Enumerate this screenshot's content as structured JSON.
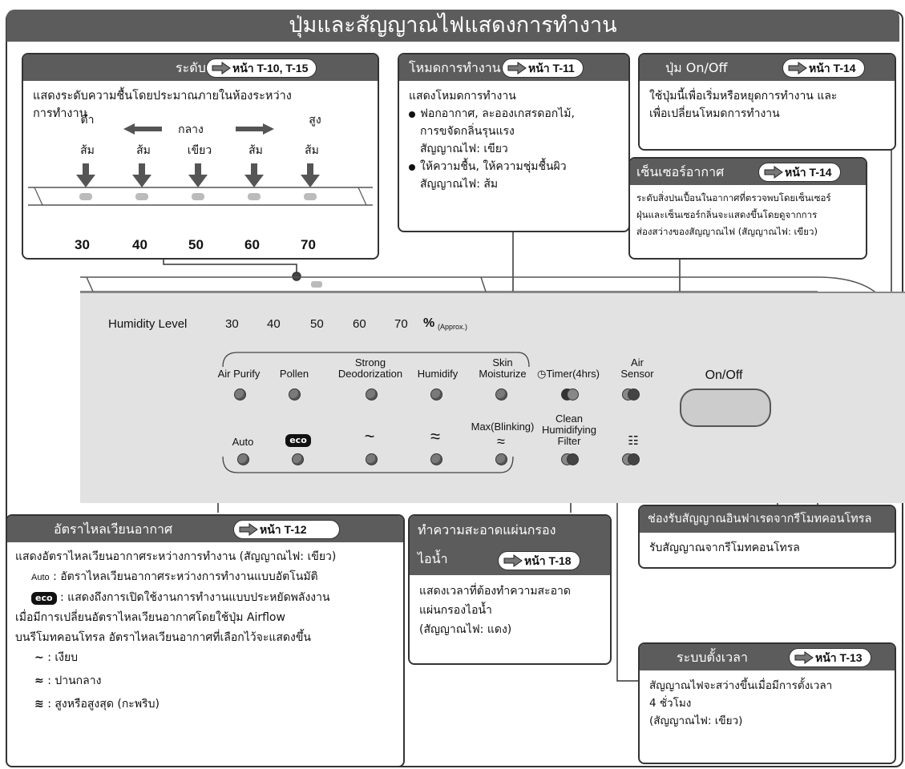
{
  "title": "ปุ่มและสัญญาณไฟแสดงการทำงาน",
  "humidity_box": {
    "title": "ระดับความชื้น",
    "page_ref": "หน้า T-10, T-15",
    "desc_line1": "แสดงระดับความชื้นโดยประมาณภายในห้องระหว่าง",
    "desc_line2": "การทำงาน",
    "levels_top": [
      "ต่ำ",
      "",
      "กลาง",
      "",
      "สูง"
    ],
    "levels_color": [
      "ส้ม",
      "ส้ม",
      "เขียว",
      "ส้ม",
      "ส้ม"
    ],
    "scale": [
      "30",
      "40",
      "50",
      "60",
      "70"
    ]
  },
  "mode_box": {
    "title": "โหมดการทำงาน",
    "page_ref": "หน้า T-11",
    "line1": "แสดงโหมดการทำงาน",
    "bullet1": "ฟอกอากาศ, ละอองเกสรดอกไม้,",
    "bullet1b": "การขจัดกลิ่นรุนแรง",
    "light1": "สัญญาณไฟ: เขียว",
    "bullet2": "ให้ความชื้น, ให้ความชุ่มชื้นผิว",
    "light2": "สัญญาณไฟ: ส้ม"
  },
  "onoff_box": {
    "title": "ปุ่ม On/Off",
    "page_ref": "หน้า T-14",
    "line1": "ใช้ปุ่มนี้เพื่อเริ่มหรือหยุดการทำงาน และ",
    "line2": "เพื่อเปลี่ยนโหมดการทำงาน"
  },
  "sensor_box": {
    "title": "เซ็นเซอร์อากาศ",
    "page_ref": "หน้า T-14",
    "line1": "ระดับสิ่งปนเปื้อนในอากาศที่ตรวจพบโดยเซ็นเซอร์",
    "line2": "ฝุ่นและเซ็นเซอร์กลิ่นจะแสดงขึ้นโดยดูจากการ",
    "line3": "ส่องสว่างของสัญญาณไฟ (สัญญาณไฟ: เขียว)"
  },
  "panel": {
    "humidity_label": "Humidity Level",
    "humidity_values": [
      "30",
      "40",
      "50",
      "60",
      "70"
    ],
    "percent": "%",
    "approx": "(Approx.)",
    "mode_labels": [
      "Air Purify",
      "Pollen",
      "Strong Deodorization",
      "Humidify",
      "Skin Moisturize"
    ],
    "timer_label": "Timer(4hrs)",
    "air_sensor_label": "Air Sensor",
    "onoff_label": "On/Off",
    "flow_labels": [
      "Auto",
      "eco",
      "~",
      "≈",
      "Max(Blinking)"
    ],
    "clean_filter_label": "Clean Humidifying Filter"
  },
  "airflow_box": {
    "title": "อัตราไหลเวียนอากาศ",
    "page_ref": "หน้า T-12",
    "line1": "แสดงอัตราไหลเวียนอากาศระหว่างการทำงาน (สัญญาณไฟ: เขียว)",
    "auto_icon": "Auto",
    "auto_desc": ": อัตราไหลเวียนอากาศระหว่างการทำงานแบบอัตโนมัติ",
    "eco_icon": "eco",
    "eco_desc": ": แสดงถึงการเปิดใช้งานการทำงานแบบประหยัดพลังงาน",
    "line2": "เมื่อมีการเปลี่ยนอัตราไหลเวียนอากาศโดยใช้ปุ่ม Airflow",
    "line3": "บนรีโมทคอนโทรล อัตราไหลเวียนอากาศที่เลือกไว้จะแสดงขึ้น",
    "quiet": ": เงียบ",
    "medium": ": ปานกลาง",
    "high": ": สูงหรือสูงสุด (กะพริบ)"
  },
  "filter_box": {
    "title1": "ทำความสะอาดแผ่นกรอง",
    "title2": "ไอน้ำ",
    "page_ref": "หน้า T-18",
    "line1": "แสดงเวลาที่ต้องทำความสะอาด",
    "line2": "แผ่นกรองไอน้ำ",
    "line3": "(สัญญาณไฟ: แดง)"
  },
  "ir_box": {
    "title": "ช่องรับสัญญาณอินฟาเรดจากรีโมทคอนโทรล",
    "line1": "รับสัญญาณจากรีโมทคอนโทรล"
  },
  "timer_box": {
    "title": "ระบบตั้งเวลา",
    "page_ref": "หน้า T-13",
    "line1": "สัญญาณไฟจะสว่างขึ้นเมื่อมีการตั้งเวลา",
    "line2": "4 ชั่วโมง",
    "line3": "(สัญญาณไฟ: เขียว)"
  },
  "icons": [
    "arrow-right-icon",
    "arrow-down-icon",
    "arrow-left-icon",
    "clock-icon",
    "remote-signal-icon",
    "eco-icon",
    "airflow-wave-icon"
  ]
}
